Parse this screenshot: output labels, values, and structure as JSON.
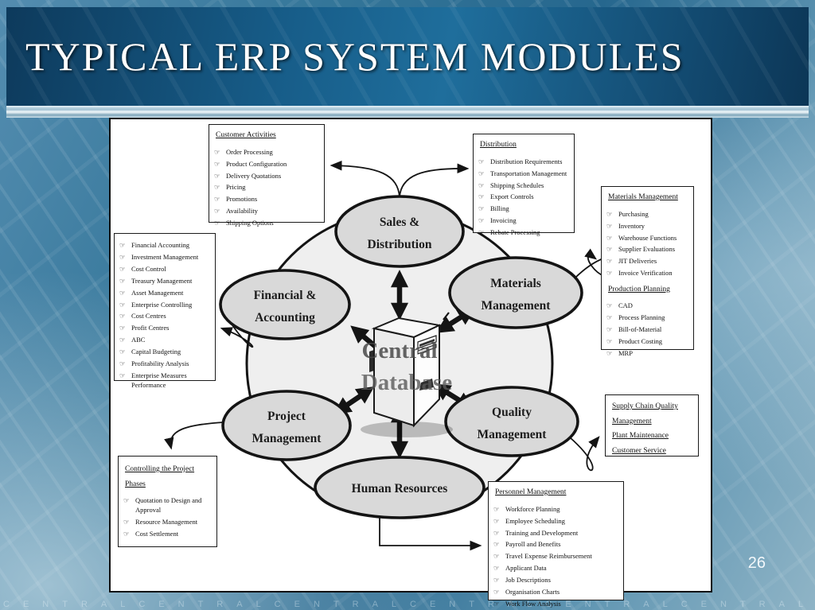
{
  "slide": {
    "title": "TYPICAL ERP SYSTEM MODULES",
    "page_number": "26",
    "watermark": "CENTRALCENTRALCENTRALCENTRALCENTRALCENTRAL"
  },
  "colors": {
    "header_blue": "#175d89",
    "panel_bg": "#ffffff",
    "ellipse_fill": "#d9d9d9",
    "ring_fill": "#efefef",
    "line_black": "#141414"
  },
  "diagram": {
    "bullet": "☞",
    "center_label": {
      "line1": "Central",
      "line2": "Database"
    },
    "ellipses": [
      {
        "name": "sales-distribution",
        "lines": [
          "Sales &",
          "Distribution"
        ]
      },
      {
        "name": "materials-management",
        "lines": [
          "Materials",
          "Management"
        ]
      },
      {
        "name": "financial-accounting",
        "lines": [
          "Financial &",
          "Accounting"
        ]
      },
      {
        "name": "project-management",
        "lines": [
          "Project",
          "Management"
        ]
      },
      {
        "name": "quality-management",
        "lines": [
          "Quality",
          "Management"
        ]
      },
      {
        "name": "human-resources",
        "lines": [
          "Human Resources"
        ]
      }
    ],
    "boxes": {
      "customer_activities": {
        "title": "Customer Activities",
        "items": [
          "Order Processing",
          "Product Configuration",
          "Delivery Quotations",
          "Pricing",
          "Promotions",
          "Availability",
          "Shipping Options"
        ]
      },
      "distribution": {
        "title": "Distribution",
        "items": [
          "Distribution Requirements",
          "Transportation Management",
          "Shipping Schedules",
          "Export Controls",
          "Billing",
          "Invoicing",
          "Rebate Processing"
        ]
      },
      "materials": {
        "title": "Materials Management",
        "items": [
          "Purchasing",
          "Inventory",
          "Warehouse Functions",
          "Supplier Evaluations",
          "JIT Deliveries",
          "Invoice Verification"
        ],
        "title2": "Production Planning",
        "items2": [
          "CAD",
          "Process Planning",
          "Bill-of-Material",
          "Product Costing",
          "MRP"
        ]
      },
      "financial": {
        "items": [
          "Financial Accounting",
          "Investment Management",
          "Cost Control",
          "Treasury Management",
          "Asset Management",
          "Enterprise Controlling",
          "Cost Centres",
          "Profit Centres",
          "ABC",
          "Capital Budgeting",
          "Profitability Analysis",
          "Enterprise Measures Performance"
        ]
      },
      "supply_chain": {
        "headings": [
          "Supply Chain Quality Management",
          "Plant Maintenance",
          "Customer Service"
        ]
      },
      "controlling": {
        "title": "Controlling the Project Phases",
        "items": [
          "Quotation to Design and Approval",
          "Resource Management",
          "Cost Settlement"
        ]
      },
      "personnel": {
        "title": "Personnel Management",
        "items": [
          "Workforce Planning",
          "Employee Scheduling",
          "Training and Development",
          "Payroll and Benefits",
          "Travel Expense Reimbursement",
          "Applicant Data",
          "Job Descriptions",
          "Organisation Charts",
          "Work Flow Analysis"
        ]
      }
    }
  }
}
